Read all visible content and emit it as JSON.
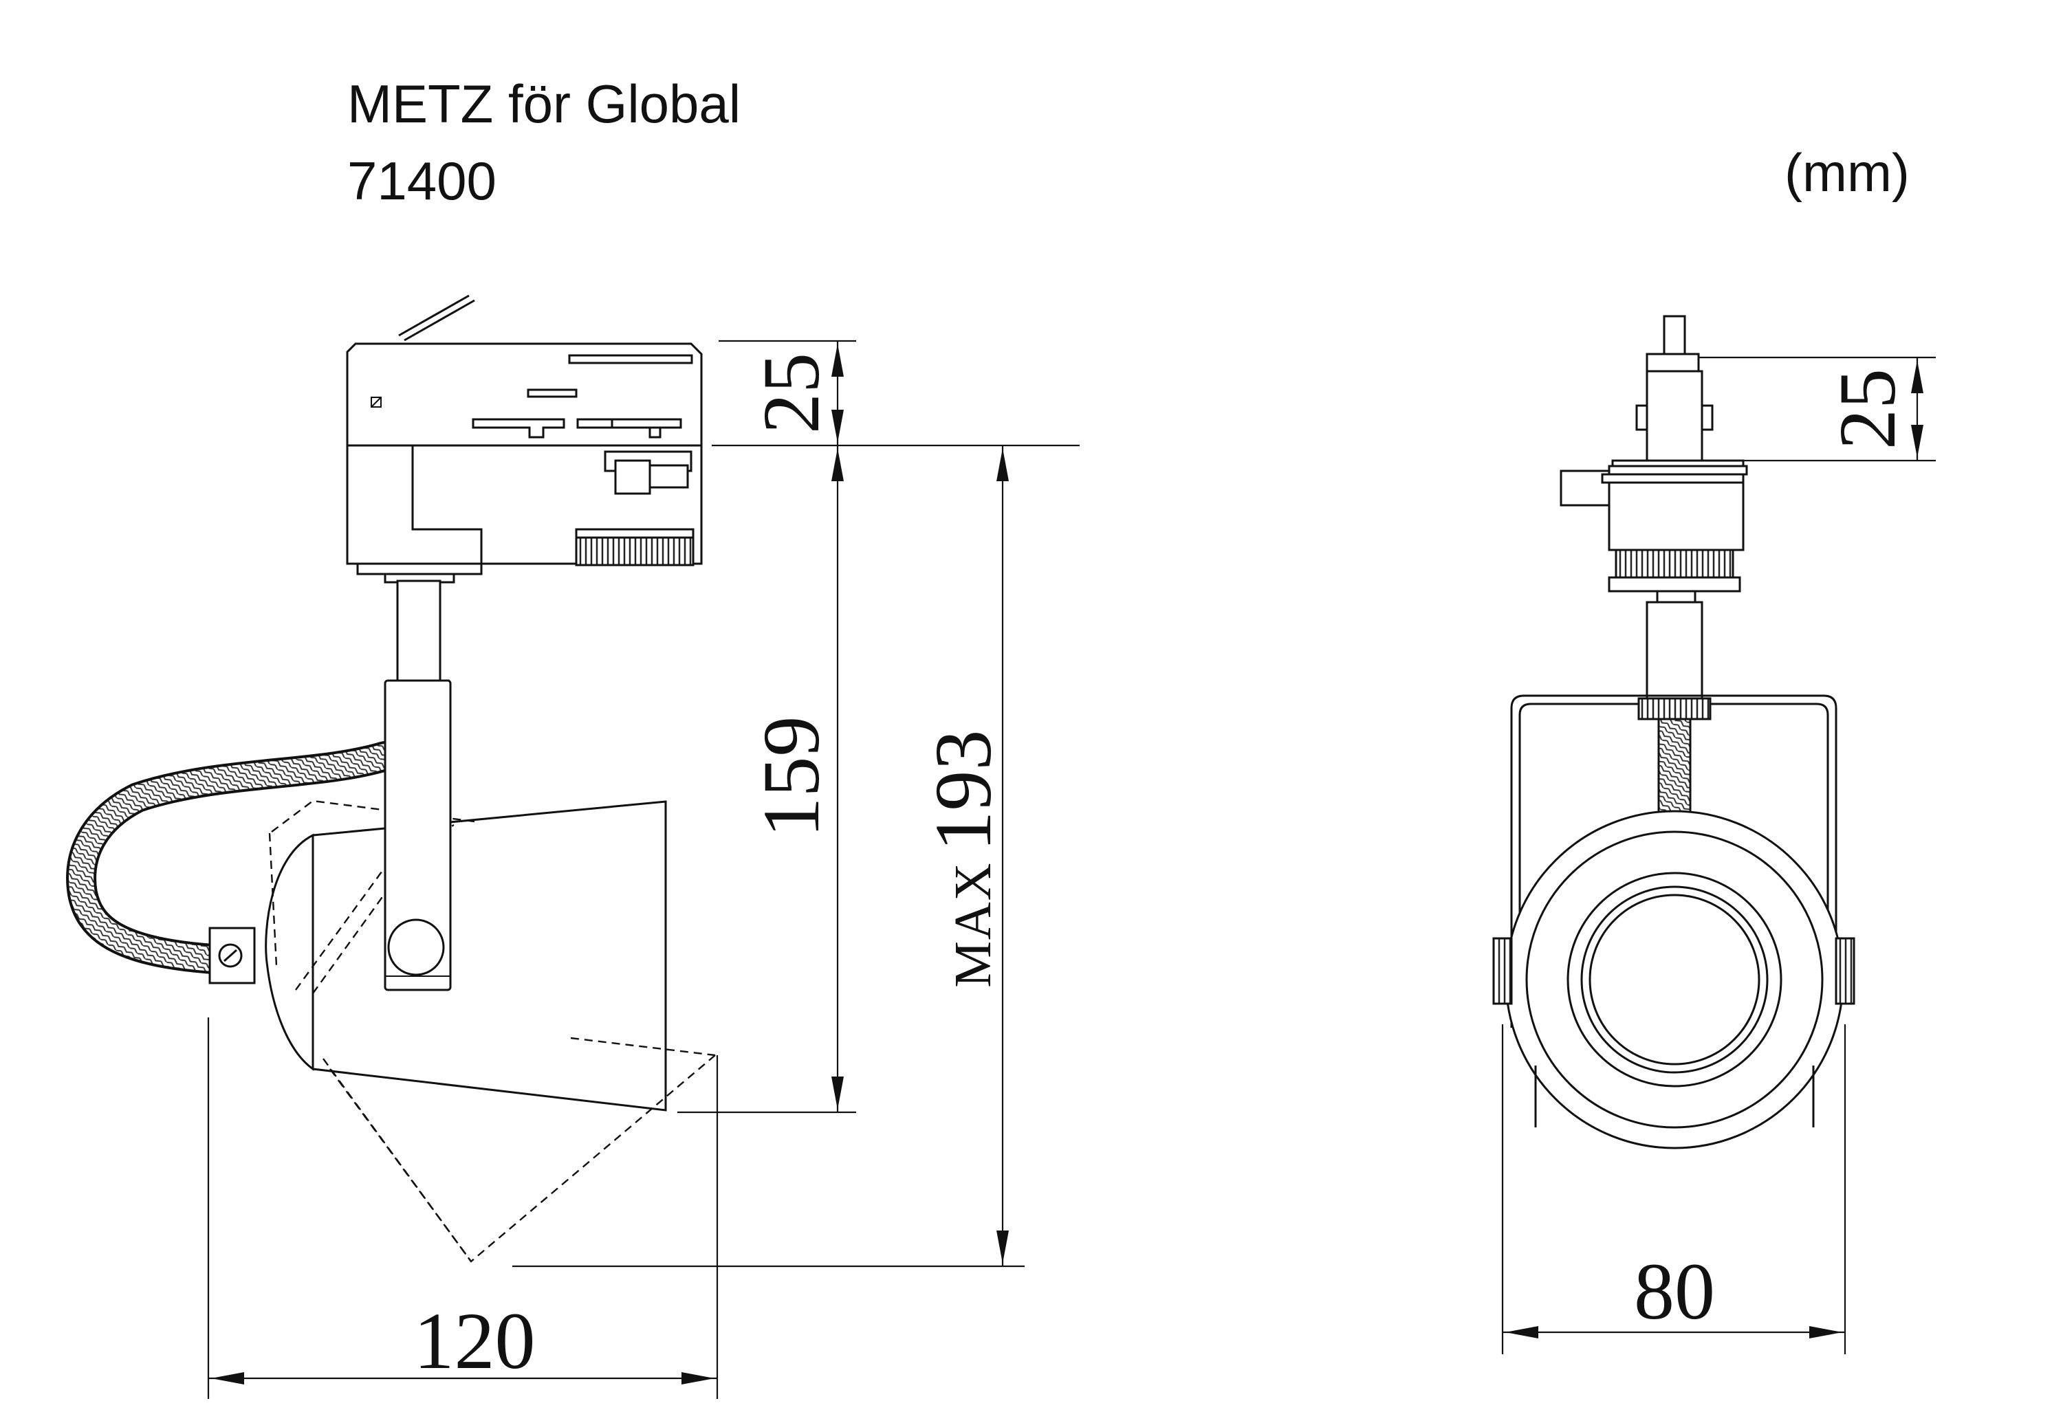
{
  "header": {
    "product_line": "METZ för Global",
    "model_number": "71400",
    "unit": "(mm)"
  },
  "dimensions": {
    "adapter_height": "25",
    "adapter_height_front": "25",
    "body_height": "159",
    "max_label": "MAX",
    "max_height": "193",
    "depth": "120",
    "width": "80"
  }
}
